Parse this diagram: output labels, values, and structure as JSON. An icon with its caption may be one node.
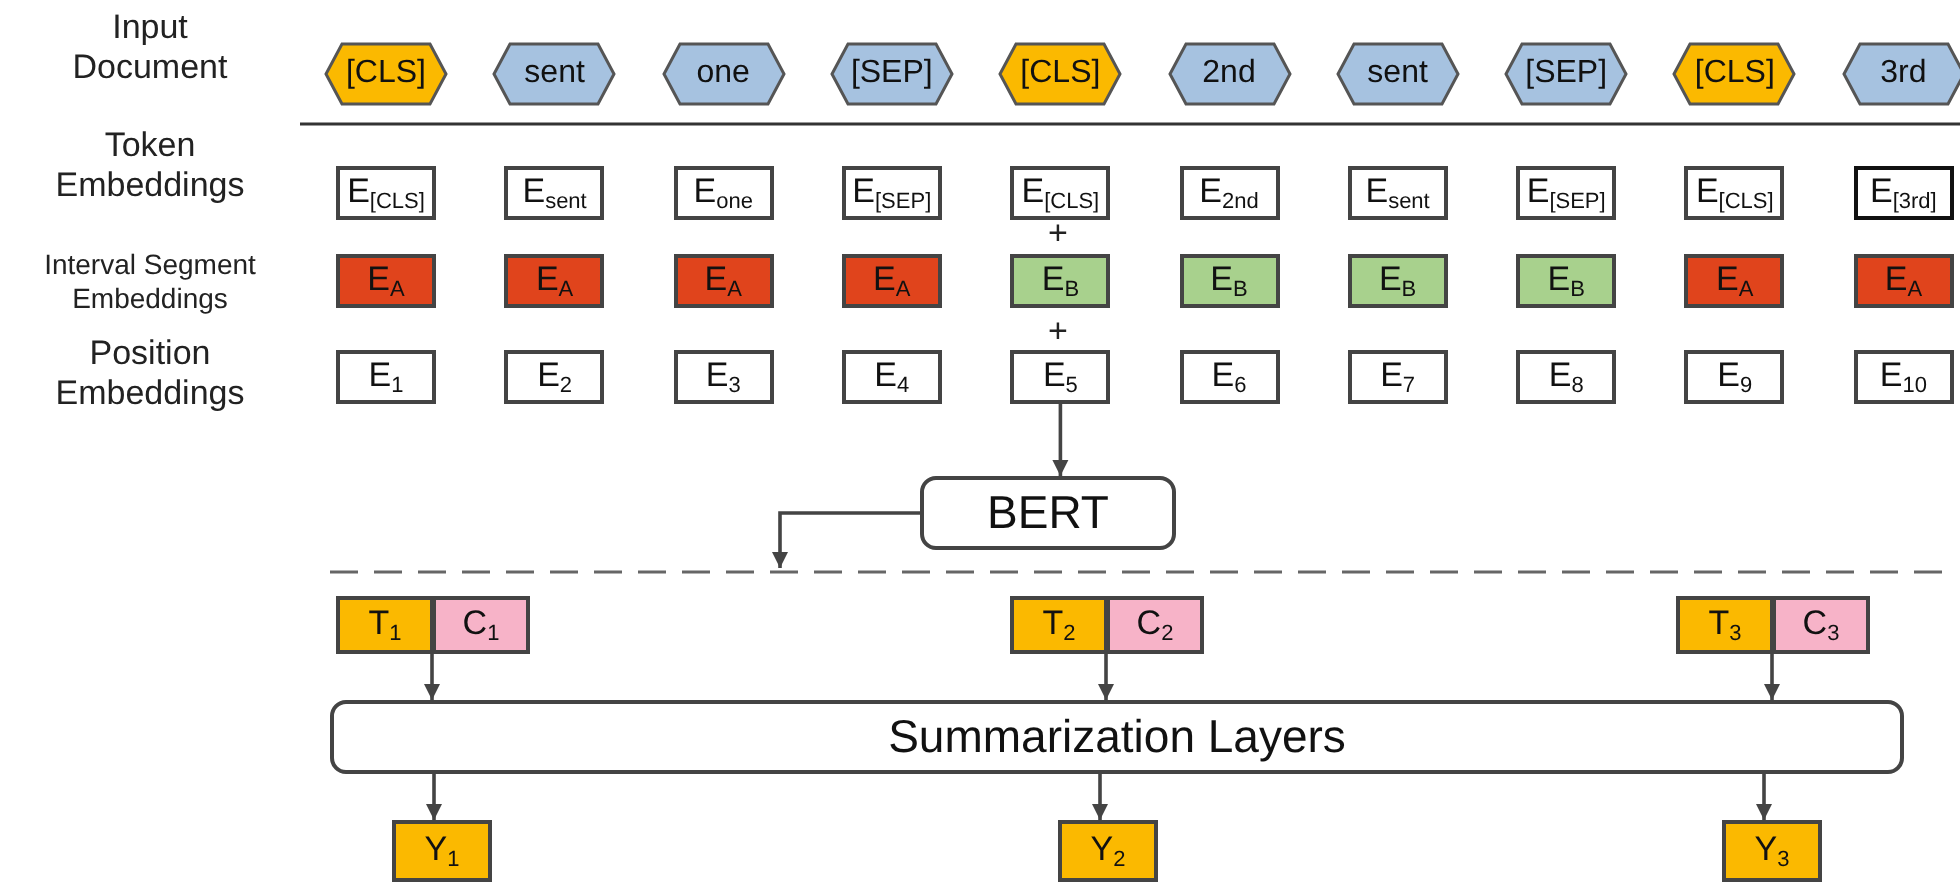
{
  "diagram": {
    "nodes": [
      {
        "text": [
          "[CLS]"
        ]
      },
      {
        "text": [
          "sent"
        ]
      },
      {
        "text": [
          "one"
        ]
      },
      {
        "text": [
          "[SEP]"
        ]
      },
      {
        "text": [
          "[CLS]"
        ]
      },
      {
        "text": [
          "2nd"
        ]
      },
      {
        "text": [
          "sent"
        ]
      },
      {
        "text": [
          "[SEP]"
        ]
      },
      {
        "text": [
          "[CLS]"
        ]
      },
      {
        "text": [
          "3rd"
        ]
      },
      {
        "text": [
          "E$_{[CLS]}$"
        ]
      },
      {
        "text": [
          "E$_{sent}$"
        ]
      },
      {
        "text": [
          "E$_{one}$"
        ]
      },
      {
        "text": [
          "E$_{[SEP]}$"
        ]
      },
      {
        "text": [
          "E$_{[CLS]}$"
        ]
      },
      {
        "text": [
          "E$_{2nd}$"
        ]
      },
      {
        "text": [
          "E$_{sent}$"
        ]
      },
      {
        "text": [
          "E$_{[SEP]}$"
        ]
      },
      {
        "text": [
          "E$_{[CLS]}$"
        ]
      },
      {
        "text": [
          "E$_{[3rd]}$"
        ]
      },
      {
        "text": [
          "E$_{A}$"
        ]
      },
      {
        "text": [
          "E$_{A}$"
        ]
      },
      {
        "text": [
          "E$_{A}$"
        ]
      },
      {
        "text": [
          "E$_{A}$"
        ]
      },
      {
        "text": [
          "E$_{B}$"
        ]
      },
      {
        "text": [
          "E$_{B}$"
        ]
      },
      {
        "text": [
          "E$_{B}$"
        ]
      },
      {
        "text": [
          "E$_{B}$"
        ]
      },
      {
        "text": [
          "E$_{A}$"
        ]
      },
      {
        "text": [
          "E$_{A}$"
        ]
      },
      {
        "text": [
          "E$_{1}$"
        ]
      },
      {
        "text": [
          "E$_{2}$"
        ]
      },
      {
        "text": [
          "E$_{3}$"
        ]
      },
      {
        "text": [
          "E$_{4}$"
        ]
      },
      {
        "text": [
          "E$_{5}$"
        ]
      },
      {
        "text": [
          "E$_{6}$"
        ]
      },
      {
        "text": [
          "E$_{7}$"
        ]
      },
      {
        "text": [
          "E$_{8}$"
        ]
      },
      {
        "text": [
          "E$_{9}$"
        ]
      },
      {
        "text": [
          "E$_{10}$"
        ]
      },
      {
        "text": [
          "BERT"
        ]
      },
      {
        "text": [
          "T$_{1}$"
        ]
      },
      {
        "text": [
          "C$_{1}$"
        ]
      },
      {
        "text": [
          "T$_{2}$"
        ]
      },
      {
        "text": [
          "C$_{2}$"
        ]
      },
      {
        "text": [
          "T$_{3}$"
        ]
      },
      {
        "text": [
          "C$_{3}$"
        ]
      },
      {
        "text": [
          "Summarization Layers"
        ]
      },
      {
        "text": [
          "Y$_{1}$"
        ]
      },
      {
        "text": [
          "Y$_{2}$"
        ]
      },
      {
        "text": [
          "Y$_{3}$"
        ]
      }
    ],
    "edges": [
      {
        "from": 34,
        "to": 40,
        "arrow": "to"
      },
      {
        "from": 40,
        "to": null,
        "arrow": "to"
      },
      {
        "from": 41,
        "to": 47,
        "arrow": "to"
      },
      {
        "from": 43,
        "to": 47,
        "arrow": "to"
      },
      {
        "from": 45,
        "to": 47,
        "arrow": "to"
      },
      {
        "from": 47,
        "to": 48,
        "arrow": "to"
      },
      {
        "from": 47,
        "to": 49,
        "arrow": "to"
      },
      {
        "from": 47,
        "to": 50,
        "arrow": "to"
      }
    ],
    "labels": [
      "Input Document",
      "Token Embeddings",
      "+",
      "Interval Segment Embeddings",
      "+",
      "Position Embeddings"
    ]
  }
}
